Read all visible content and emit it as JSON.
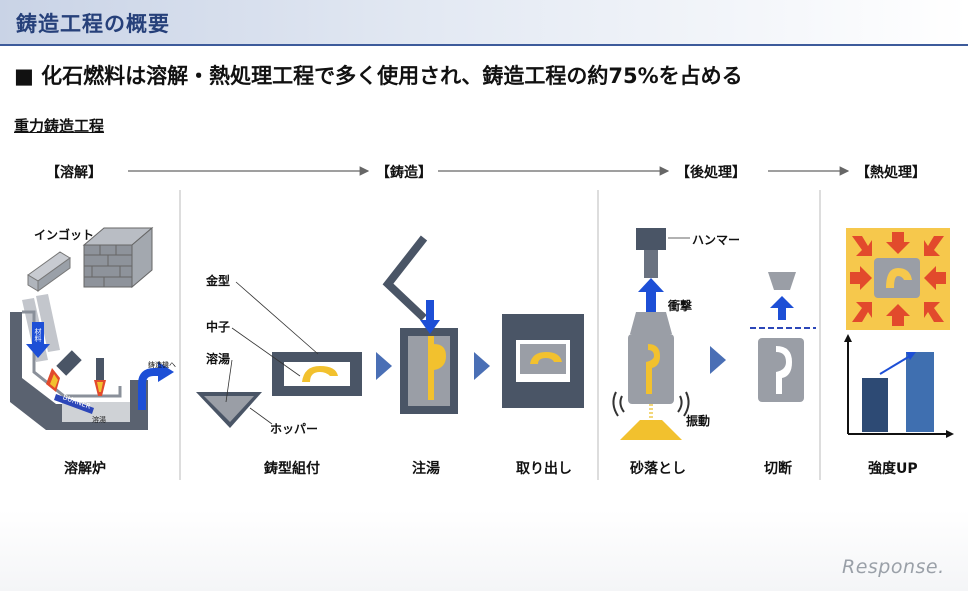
{
  "header": {
    "title": "鋳造工程の概要"
  },
  "headline": "■ 化石燃料は溶解・熱処理工程で多く使用され、鋳造工程の約75%を占める",
  "section_title": "重力鋳造工程",
  "stages": [
    "【溶解】",
    "【鋳造】",
    "【後処理】",
    "【熱処理】"
  ],
  "step_labels": [
    "溶解炉",
    "鋳型組付",
    "注湯",
    "取り出し",
    "砂落とし",
    "切断",
    "強度UP"
  ],
  "annotations": {
    "ingot": "インゴット",
    "mold": "金型",
    "core": "中子",
    "molten_metal": "溶湯",
    "hopper": "ホッパー",
    "hammer": "ハンマー",
    "impact": "衝撃",
    "vibration": "振動"
  },
  "furnace_labels": {
    "material": "材料",
    "burner": "BURNER",
    "melt": "溶湯",
    "to_caster": "鋳造機へ"
  },
  "watermark": "Response.",
  "colors": {
    "accent_navy": "#3d5b9b",
    "steel_dark": "#4a5566",
    "metal_gray": "#9a9ea6",
    "molten_yellow": "#f2c12e",
    "heat_bg": "#f6c84c",
    "arrow_red": "#e24a2c",
    "arrow_blue": "#1d4fd6",
    "chevron_blue": "#4a6fb5"
  }
}
